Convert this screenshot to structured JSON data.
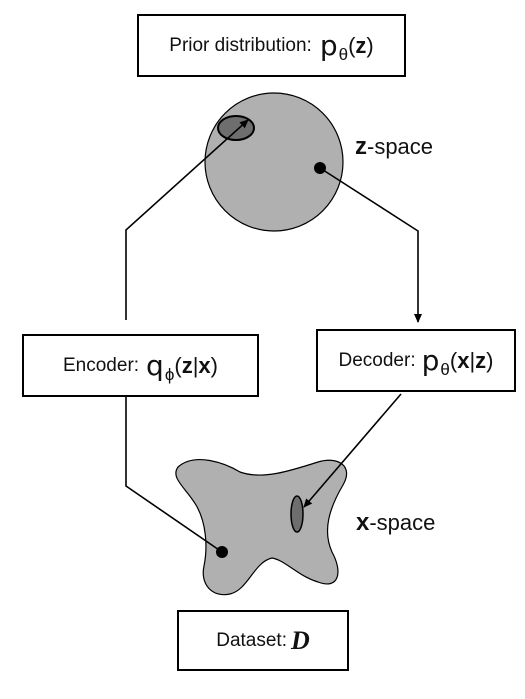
{
  "prior_box": {
    "text": "Prior distribution:",
    "symbol": "p",
    "subscript": "θ",
    "arg_open": "(",
    "arg": "z",
    "arg_close": ")"
  },
  "z_space_label": {
    "var": "z",
    "suffix": "-space"
  },
  "encoder_box": {
    "text": "Encoder:",
    "symbol": "q",
    "subscript": "ϕ",
    "arg_open": "(",
    "arg1": "z",
    "bar": "|",
    "arg2": "x",
    "arg_close": ")"
  },
  "decoder_box": {
    "text": "Decoder:",
    "symbol": "p",
    "subscript": "θ",
    "arg_open": "(",
    "arg1": "x",
    "bar": "|",
    "arg2": "z",
    "arg_close": ")"
  },
  "x_space_label": {
    "var": "x",
    "suffix": "-space"
  },
  "dataset_box": {
    "text": "Dataset:",
    "symbol": "D"
  },
  "colors": {
    "region_fill": "#b0b0b0",
    "inner_ellipse_fill": "#6e6e6e",
    "point": "#000000",
    "stroke": "#000000"
  }
}
